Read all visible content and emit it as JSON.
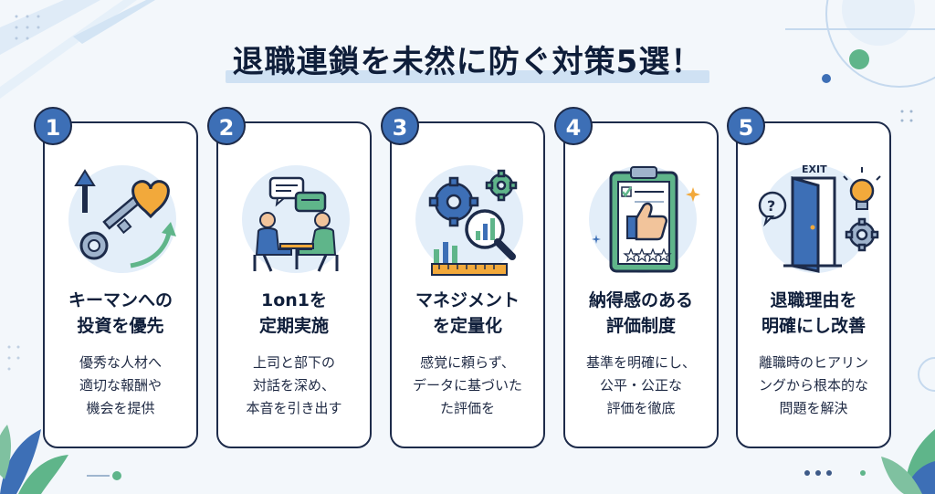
{
  "title": "退職連鎖を未然に防ぐ対策5選！",
  "colors": {
    "background": "#f3f7fb",
    "accent": "#3d6fb6",
    "card_border": "#1d2b4a",
    "highlight": "#cfe1f3",
    "green": "#5fb58a",
    "orange": "#f2a93b"
  },
  "cards": [
    {
      "number": "1",
      "icon": "key-heart-growth-icon",
      "title_lines": [
        "キーマンへの",
        "投資を優先"
      ],
      "desc_lines": [
        "優秀な人材へ",
        "適切な報酬や",
        "機会を提供"
      ]
    },
    {
      "number": "2",
      "icon": "one-on-one-meeting-icon",
      "title_lines": [
        "1on1を",
        "定期実施"
      ],
      "desc_lines": [
        "上司と部下の",
        "対話を深め、",
        "本音を引き出す"
      ]
    },
    {
      "number": "3",
      "icon": "gears-magnifier-chart-icon",
      "title_lines": [
        "マネジメント",
        "を定量化"
      ],
      "desc_lines": [
        "感覚に頼らず、",
        "データに基づいた",
        "た評価を"
      ]
    },
    {
      "number": "4",
      "icon": "clipboard-thumbs-up-icon",
      "title_lines": [
        "納得感のある",
        "評価制度"
      ],
      "desc_lines": [
        "基準を明確にし、",
        "公平・公正な",
        "評価を徹底"
      ]
    },
    {
      "number": "5",
      "icon": "exit-door-lightbulb-icon",
      "title_lines": [
        "退職理由を",
        "明確にし改善"
      ],
      "desc_lines": [
        "離職時のヒアリン",
        "ングから根本的な",
        "問題を解決"
      ]
    }
  ],
  "exit_sign": "EXIT"
}
